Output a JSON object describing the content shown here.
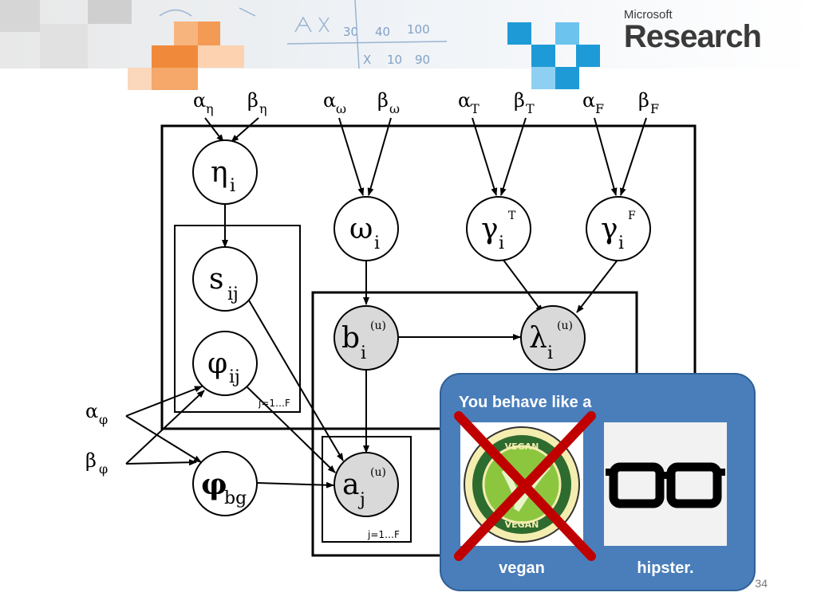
{
  "header": {
    "brand_small": "Microsoft",
    "brand_large": "Research"
  },
  "hyperparams": {
    "alpha_eta": "α",
    "alpha_eta_sub": "η",
    "beta_eta": "β",
    "beta_eta_sub": "η",
    "alpha_omega": "α",
    "alpha_omega_sub": "ω",
    "beta_omega": "β",
    "beta_omega_sub": "ω",
    "alpha_T": "α",
    "alpha_T_sub": "T",
    "beta_T": "β",
    "beta_T_sub": "T",
    "alpha_F": "α",
    "alpha_F_sub": "F",
    "beta_F": "β",
    "beta_F_sub": "F",
    "alpha_phi": "α",
    "alpha_phi_sub": "φ",
    "beta_phi": "β",
    "beta_phi_sub": "φ"
  },
  "nodes": {
    "eta": {
      "main": "η",
      "sub": "i"
    },
    "s": {
      "main": "s",
      "sub": "ij"
    },
    "phi": {
      "main": "φ",
      "sub": "ij"
    },
    "phi_bg": {
      "main": "φ",
      "sub": "bg"
    },
    "omega": {
      "main": "ω",
      "sub": "i"
    },
    "gammaT": {
      "main": "γ",
      "sub": "i",
      "sup": "T"
    },
    "gammaF": {
      "main": "γ",
      "sub": "i",
      "sup": "F"
    },
    "b": {
      "main": "b",
      "sub": "i",
      "sup": "(u)"
    },
    "lambda": {
      "main": "λ",
      "sub": "i",
      "sup": "(u)"
    },
    "a": {
      "main": "a",
      "sub": "j",
      "sup": "(u)"
    }
  },
  "plates": {
    "inner_left": "j=1…F",
    "inner_small": "j=1…F"
  },
  "callout": {
    "title": "You behave like a",
    "left_label": "vegan",
    "right_label": "hipster.",
    "badge_top": "VEGAN",
    "badge_bottom": "VEGAN"
  },
  "colors": {
    "callout_bg": "#4a7ebb",
    "cross": "#c00000",
    "shaded_node": "#d9d9d9"
  },
  "page_number": "34"
}
